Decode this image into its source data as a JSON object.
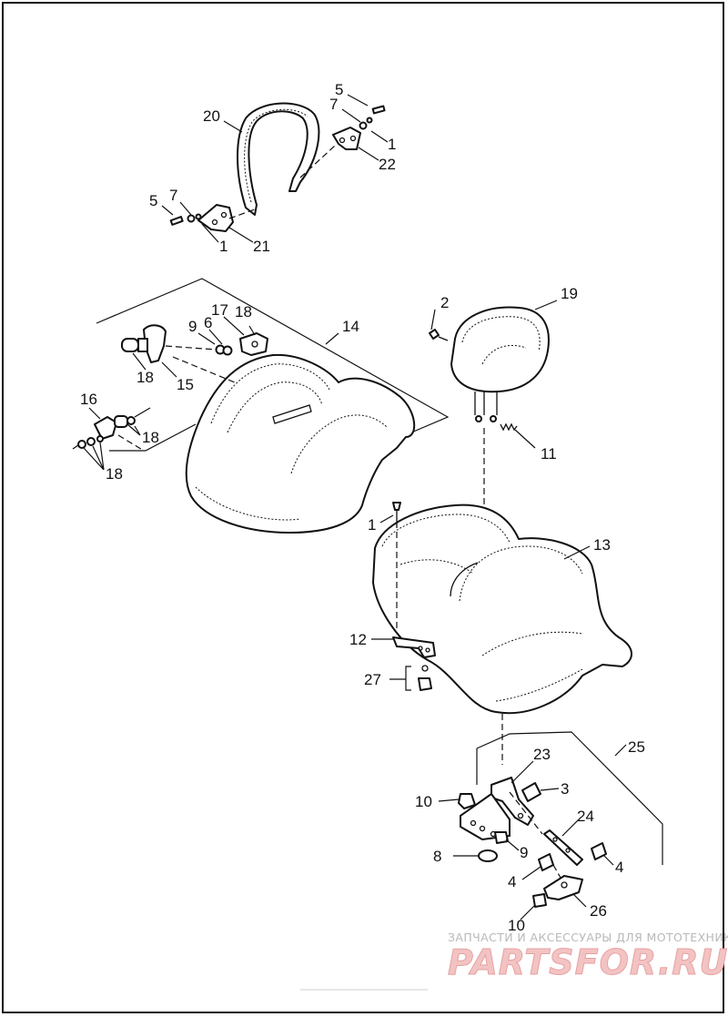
{
  "diagram": {
    "callouts": {
      "c20": "20",
      "c5a": "5",
      "c7a": "7",
      "c1a": "1",
      "c22": "22",
      "c5b": "5",
      "c7b": "7",
      "c1b": "1",
      "c21": "21",
      "c2": "2",
      "c19": "19",
      "c17": "17",
      "c18a": "18",
      "c9a": "9",
      "c6": "6",
      "c14": "14",
      "c18b": "18",
      "c15": "15",
      "c16": "16",
      "c18c": "18",
      "c18d": "18",
      "c11": "11",
      "c1c": "1",
      "c13": "13",
      "c12": "12",
      "c27": "27",
      "c25": "25",
      "c23": "23",
      "c3": "3",
      "c10a": "10",
      "c24": "24",
      "c8": "8",
      "c9b": "9",
      "c4a": "4",
      "c4b": "4",
      "c26": "26",
      "c10b": "10"
    }
  },
  "watermark": {
    "caption": "ЗАПЧАСТИ И АКСЕССУАРЫ ДЛЯ МОТОТЕХНИКИ",
    "brand": "PARTSFOR.RU"
  }
}
